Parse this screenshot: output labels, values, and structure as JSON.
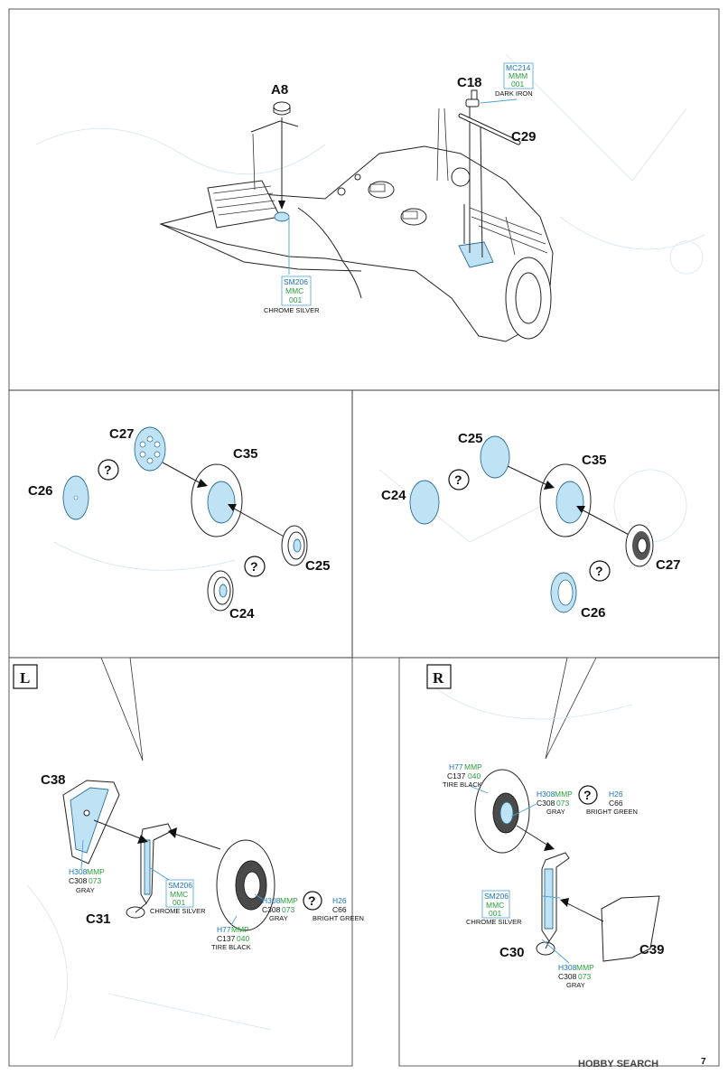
{
  "step1": {
    "labels": {
      "a8": "A8",
      "c18": "C18",
      "c29": "C29"
    },
    "paint_mc214": {
      "line1": "MC214",
      "line2": "MMM",
      "line3": "001",
      "name": "DARK IRON"
    },
    "paint_sm206": {
      "line1": "SM206",
      "line2": "MMC",
      "line3": "001",
      "name": "CHROME SILVER"
    }
  },
  "step2_left": {
    "labels": {
      "c27": "C27",
      "c35": "C35",
      "c26": "C26",
      "c25": "C25",
      "c24": "C24"
    },
    "question": "?"
  },
  "step2_right": {
    "labels": {
      "c25": "C25",
      "c35": "C35",
      "c24": "C24",
      "c27": "C27",
      "c26": "C26"
    },
    "question": "?"
  },
  "left_gear": {
    "side": "L",
    "labels": {
      "c38": "C38",
      "c31": "C31"
    },
    "paint_gray": {
      "a": "H308",
      "b": "MMP",
      "c": "C308",
      "d": "073",
      "name": "GRAY"
    },
    "paint_chrome": {
      "line1": "SM206",
      "line2": "MMC",
      "line3": "001",
      "name": "CHROME SILVER"
    },
    "paint_tire": {
      "a": "H77",
      "b": "MMP",
      "c": "C137",
      "d": "040",
      "name": "TIRE BLACK"
    },
    "paint_hub": {
      "a": "H308",
      "b": "MMP",
      "c": "C308",
      "d": "073",
      "name": "GRAY"
    },
    "paint_green": {
      "a": "H26",
      "c": "C66",
      "name": "BRIGHT GREEN"
    },
    "question": "?"
  },
  "right_gear": {
    "side": "R",
    "labels": {
      "c30": "C30",
      "c39": "C39"
    },
    "paint_tire": {
      "a": "H77",
      "b": "MMP",
      "c": "C137",
      "d": "040",
      "name": "TIRE BLACK"
    },
    "paint_hub": {
      "a": "H308",
      "b": "MMP",
      "c": "C308",
      "d": "073",
      "name": "GRAY"
    },
    "paint_green": {
      "a": "H26",
      "c": "C66",
      "name": "BRIGHT GREEN"
    },
    "paint_chrome": {
      "line1": "SM206",
      "line2": "MMC",
      "line3": "001",
      "name": "CHROME SILVER"
    },
    "paint_gray": {
      "a": "H308",
      "b": "MMP",
      "c": "C308",
      "d": "073",
      "name": "GRAY"
    },
    "question": "?"
  },
  "footer": {
    "page_number": "7",
    "watermark": "HOBBY SEARCH"
  }
}
